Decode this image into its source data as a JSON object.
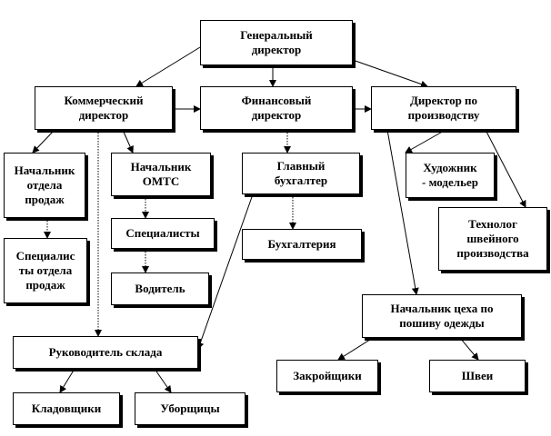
{
  "diagram": {
    "nodes": {
      "general_director": "Генеральный\nдиректор",
      "commercial_director": "Коммерческий\nдиректор",
      "financial_director": "Финансовый\nдиректор",
      "production_director": "Директор по\nпроизводству",
      "head_sales": "Начальник\nотдела\nпродаж",
      "head_omts": "Начальник\nОМТС",
      "chief_accountant": "Главный\nбухгалтер",
      "artist_modeler": "Художник\n- модельер",
      "sales_specialists": "Специалис\nты отдела\nпродаж",
      "specialists": "Специалисты",
      "accounting": "Бухгалтерия",
      "technologist": "Технолог\nшвейного\nпроизводства",
      "driver": "Водитель",
      "sewing_shop_head": "Начальник цеха по\nпошиву одежды",
      "warehouse_head": "Руководитель склада",
      "cutters": "Закройщики",
      "seamstresses": "Швеи",
      "storekeepers": "Кладовщики",
      "cleaners": "Уборщицы"
    },
    "edges": [
      [
        "general_director",
        "commercial_director"
      ],
      [
        "general_director",
        "financial_director"
      ],
      [
        "general_director",
        "production_director"
      ],
      [
        "commercial_director",
        "financial_director"
      ],
      [
        "financial_director",
        "production_director"
      ],
      [
        "commercial_director",
        "head_sales"
      ],
      [
        "commercial_director",
        "head_omts"
      ],
      [
        "commercial_director",
        "warehouse_head"
      ],
      [
        "head_sales",
        "sales_specialists"
      ],
      [
        "head_omts",
        "specialists"
      ],
      [
        "specialists",
        "driver"
      ],
      [
        "financial_director",
        "chief_accountant"
      ],
      [
        "chief_accountant",
        "accounting"
      ],
      [
        "chief_accountant",
        "warehouse_head"
      ],
      [
        "production_director",
        "artist_modeler"
      ],
      [
        "production_director",
        "technologist"
      ],
      [
        "production_director",
        "sewing_shop_head"
      ],
      [
        "sewing_shop_head",
        "cutters"
      ],
      [
        "sewing_shop_head",
        "seamstresses"
      ],
      [
        "warehouse_head",
        "storekeepers"
      ],
      [
        "warehouse_head",
        "cleaners"
      ]
    ]
  }
}
